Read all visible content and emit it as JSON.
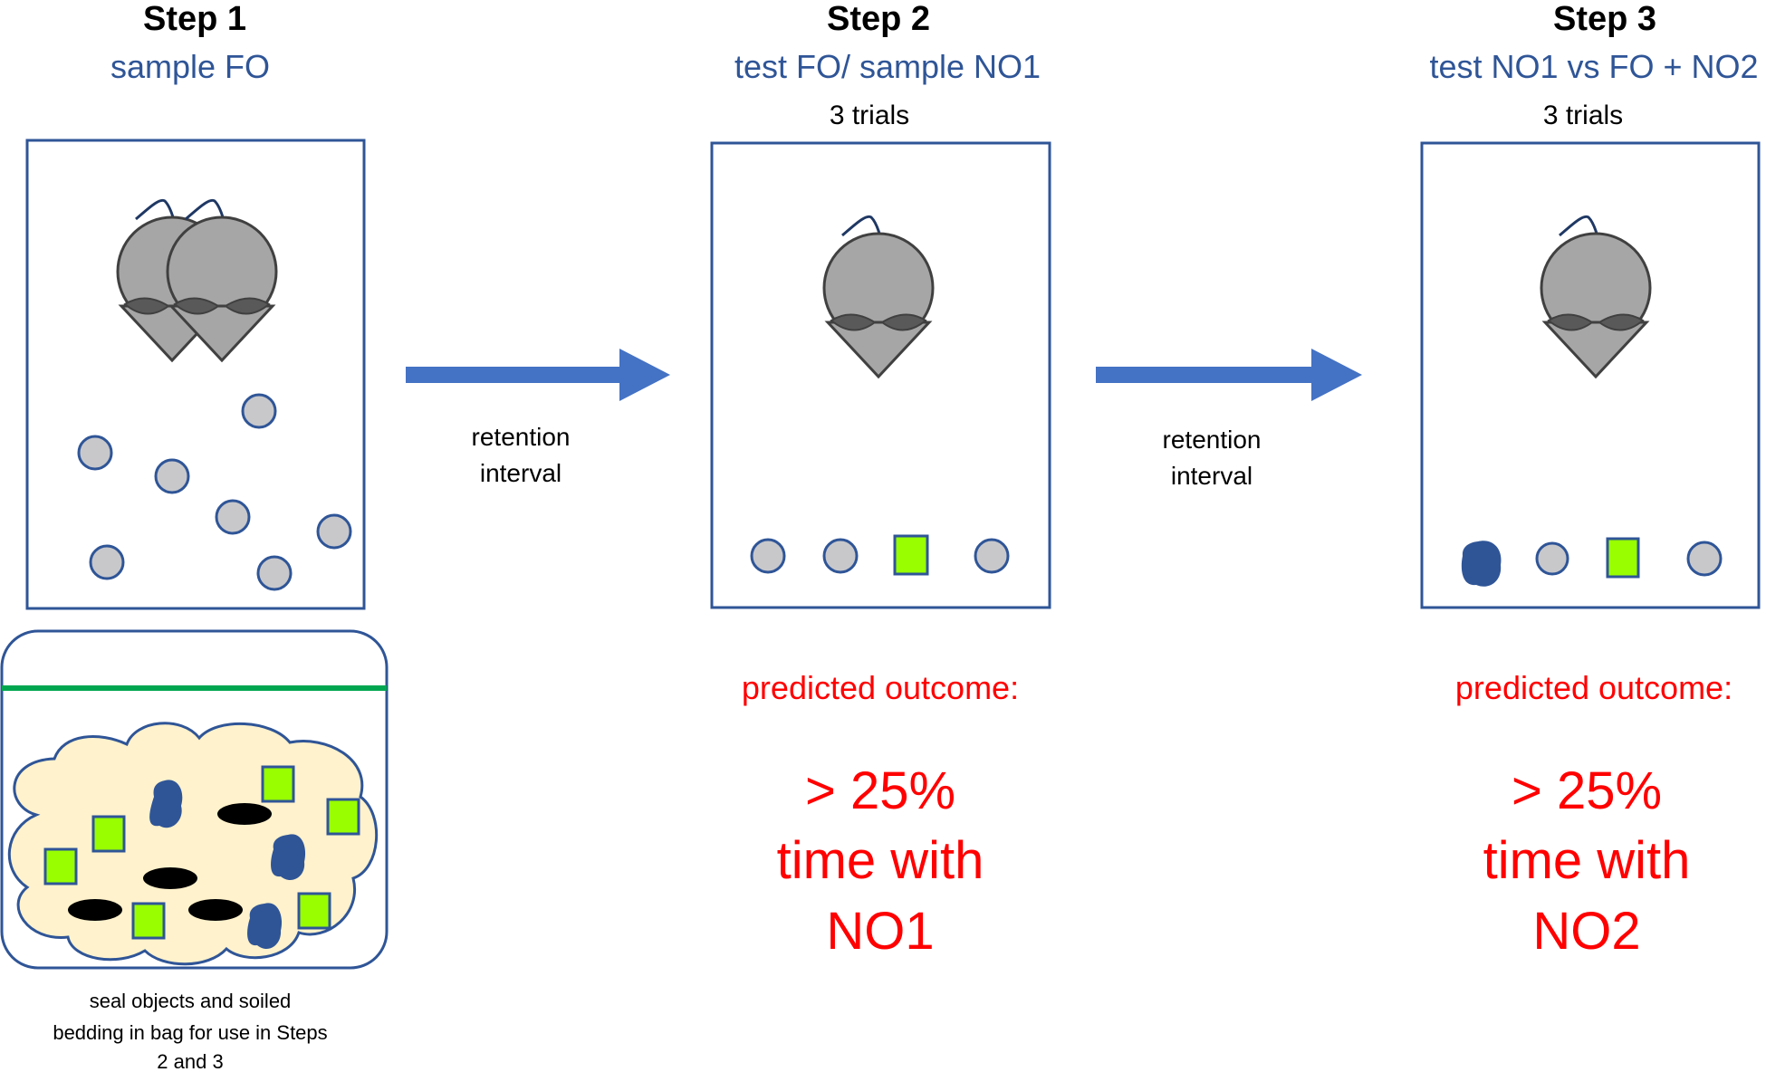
{
  "colors": {
    "box_stroke": "#2f5597",
    "arrow": "#4472c4",
    "subtitle": "#2f5597",
    "predicted": "#ff0000",
    "object_gray": "#c8c8cb",
    "object_green": "#99ff00",
    "object_blue": "#2f5597",
    "bag_fill": "#fff2cc",
    "bag_seal": "#00a650",
    "mouse_gray": "#a6a6a6",
    "ear_dark": "#595959"
  },
  "step1": {
    "title": "Step 1",
    "subtitle": "sample FO",
    "bag_note_line1": "seal objects and soiled",
    "bag_note_line2": "bedding in bag for use in Steps",
    "bag_note_line3": "2 and 3"
  },
  "arrow1": {
    "line1": "retention",
    "line2": "interval"
  },
  "step2": {
    "title": "Step 2",
    "subtitle": "test FO/ sample NO1",
    "trials": "3 trials",
    "predicted_label": "predicted outcome:",
    "predicted_line1": "> 25%",
    "predicted_line2": "time with",
    "predicted_line3": "NO1"
  },
  "arrow2": {
    "line1": "retention",
    "line2": "interval"
  },
  "step3": {
    "title": "Step 3",
    "subtitle": "test NO1 vs FO + NO2",
    "trials": "3 trials",
    "predicted_label": "predicted outcome:",
    "predicted_line1": "> 25%",
    "predicted_line2": "time with",
    "predicted_line3": "NO2"
  }
}
